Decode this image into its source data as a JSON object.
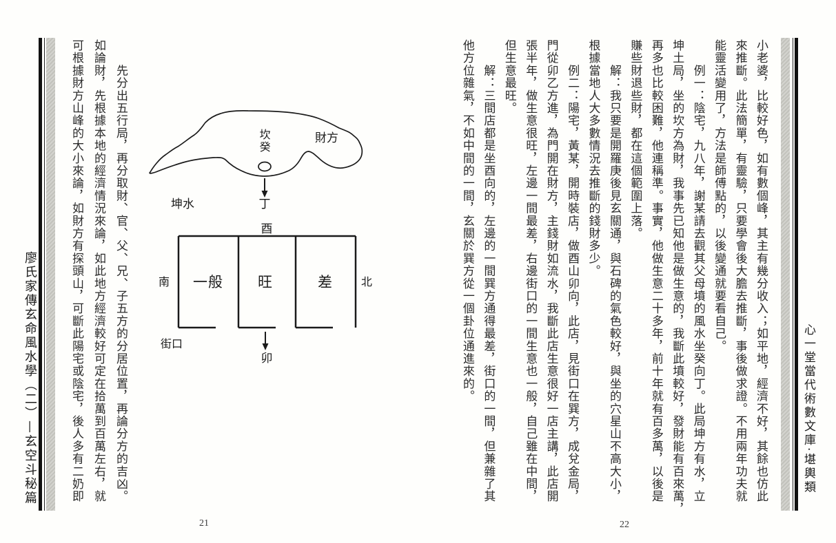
{
  "page_left": {
    "page_number": "21",
    "margin_title": "廖氏家傳玄命風水學（二）—玄空斗秘篇",
    "columns": [
      "　　先分出五行局，再分取財、官、父、兄、子五方的分居位置，再論分方的吉凶。",
      "如論財，先根據本地的經濟情況來論，如此地方經濟較好可定在拾萬到百萬左右，就",
      "可根據財方山峰的大小來論，如財方有探頭山，可斷此陽宅或陰宅，後人多有二奶即"
    ],
    "mountain_diagram": {
      "site_label": "坎癸",
      "wealth_label": "財方",
      "water_label": "坤水",
      "facing_label": "丁"
    },
    "shop_diagram": {
      "top_label": "酉",
      "south_label": "南",
      "north_label": "北",
      "street_label": "街口",
      "facing_label": "卯",
      "room_labels": [
        "一般",
        "旺",
        "差"
      ]
    }
  },
  "page_right": {
    "page_number": "22",
    "margin_title": "心一堂當代術數文庫·堪輿類",
    "columns": [
      "小老婆，比較好色，如有數個峰，其主有幾分收入；如平地，經濟不好，其餘也仿此",
      "來推斷。此法簡單，有靈驗，只要學會後大膽去推斷，事後做求證。不用兩年功夫就",
      "能靈活變用了，方法是師傅點的，以後變通就要看自己。",
      "　　例一：陰宅，九八年，謝某請去觀其父母墳的風水坐癸向丁。此局坤方有水，立",
      "坤土局，坐的坎方為財，我事先已知他是做生意的，我斷此墳較好，發財能有百來萬，",
      "再多也比較困難，他連稱準。事實，他做生意二十多年，前十年就有百多萬，以後是",
      "賺些財退些財，都在這個範圍上落。",
      "　　解：我只要是開羅庚後見玄關通，與石碑的氣色較好，與坐的穴星山不高大小，",
      "根據當地人大多數情況去推斷的錢財多少。",
      "　　例二：陽宅，黃某，開時裝店，做酉山卯向，此店，見街口在巽方，成兌金局，",
      "門從卯乙方進，為門開在財方，主錢財如流水，我斷此店生意很好一店主講，此店開",
      "張半年，做生意很旺，左邊一間最差，右邊街口的一間生意也一般，自己雖在中間，",
      "但生意最旺。",
      "　　解：三間店都是坐酉向的，左邊的一間巽方通得最差，街口的一間，但兼雜了其",
      "他方位雜氣，不如中間的一間，玄關於巽方從一個卦位通進來的。"
    ]
  }
}
